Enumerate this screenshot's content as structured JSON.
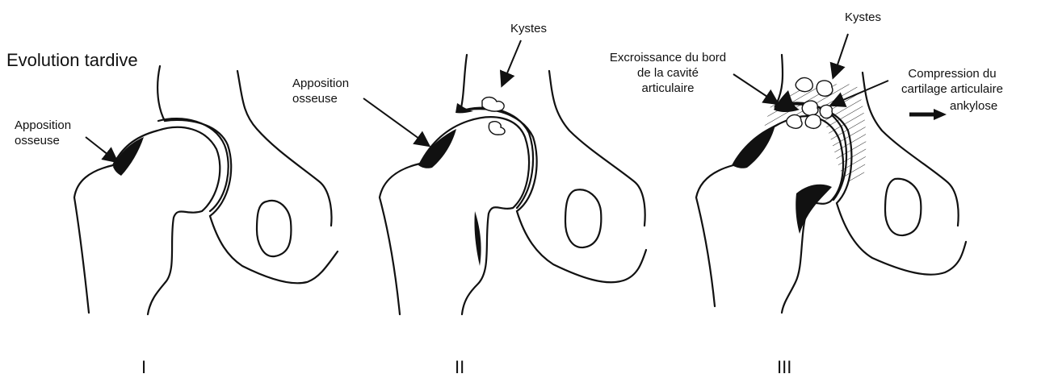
{
  "title": "Evolution tardive",
  "stages": [
    {
      "numeral": "I",
      "labels": {
        "apposition": "Apposition\nosseuse"
      }
    },
    {
      "numeral": "II",
      "labels": {
        "apposition": "Apposition\nosseuse",
        "kystes": "Kystes"
      }
    },
    {
      "numeral": "III",
      "labels": {
        "kystes": "Kystes",
        "excroissance": "Excroissance du bord\nde la cavité\narticulaire",
        "compression": "Compression du\ncartilage articulaire",
        "ankylose": "ankylose"
      }
    }
  ]
}
